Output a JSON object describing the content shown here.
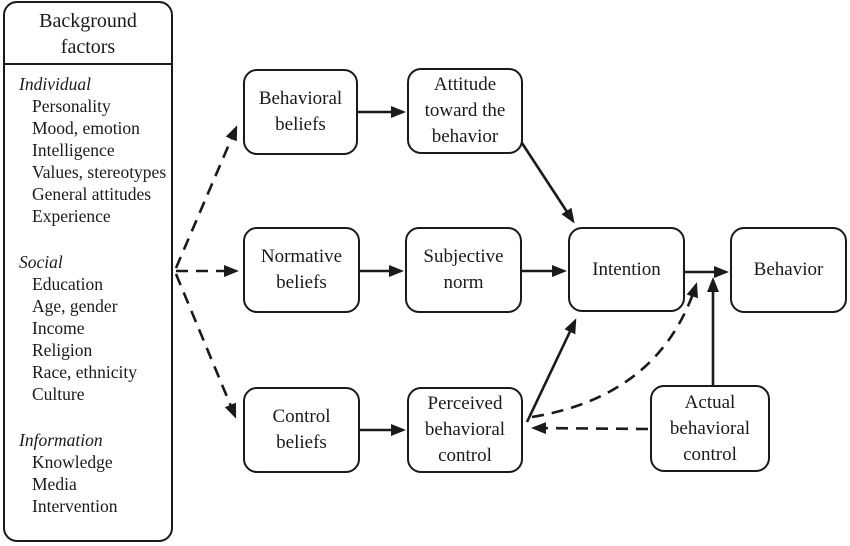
{
  "background": {
    "title": "Background factors",
    "sections": [
      {
        "header": "Individual",
        "items": [
          "Personality",
          "Mood, emotion",
          "Intelligence",
          "Values, stereotypes",
          "General attitudes",
          "Experience"
        ]
      },
      {
        "header": "Social",
        "items": [
          "Education",
          "Age, gender",
          "Income",
          "Religion",
          "Race, ethnicity",
          "Culture"
        ]
      },
      {
        "header": "Information",
        "items": [
          "Knowledge",
          "Media",
          "Intervention"
        ]
      }
    ]
  },
  "nodes": {
    "behavioral_beliefs": "Behavioral beliefs",
    "attitude": "Attitude toward the behavior",
    "normative_beliefs": "Normative beliefs",
    "subjective_norm": "Subjective norm",
    "control_beliefs": "Control beliefs",
    "perceived_behavioral_control": "Perceived behavioral control",
    "intention": "Intention",
    "behavior": "Behavior",
    "actual_behavioral_control": "Actual behavioral control"
  },
  "edges": [
    {
      "from": "background-factors",
      "to": "behavioral-beliefs",
      "style": "dashed"
    },
    {
      "from": "background-factors",
      "to": "normative-beliefs",
      "style": "dashed"
    },
    {
      "from": "background-factors",
      "to": "control-beliefs",
      "style": "dashed"
    },
    {
      "from": "behavioral-beliefs",
      "to": "attitude-toward-the-behavior",
      "style": "solid"
    },
    {
      "from": "normative-beliefs",
      "to": "subjective-norm",
      "style": "solid"
    },
    {
      "from": "control-beliefs",
      "to": "perceived-behavioral-control",
      "style": "solid"
    },
    {
      "from": "attitude-toward-the-behavior",
      "to": "intention",
      "style": "solid"
    },
    {
      "from": "subjective-norm",
      "to": "intention",
      "style": "solid"
    },
    {
      "from": "perceived-behavioral-control",
      "to": "intention",
      "style": "solid"
    },
    {
      "from": "intention",
      "to": "behavior",
      "style": "solid"
    },
    {
      "from": "perceived-behavioral-control",
      "to": "intention-behavior-link",
      "style": "dashed"
    },
    {
      "from": "actual-behavioral-control",
      "to": "intention-behavior-link",
      "style": "solid"
    },
    {
      "from": "actual-behavioral-control",
      "to": "perceived-behavioral-control",
      "style": "dashed"
    }
  ],
  "colors": {
    "ink": "#1a1a1a",
    "background": "#ffffff"
  }
}
